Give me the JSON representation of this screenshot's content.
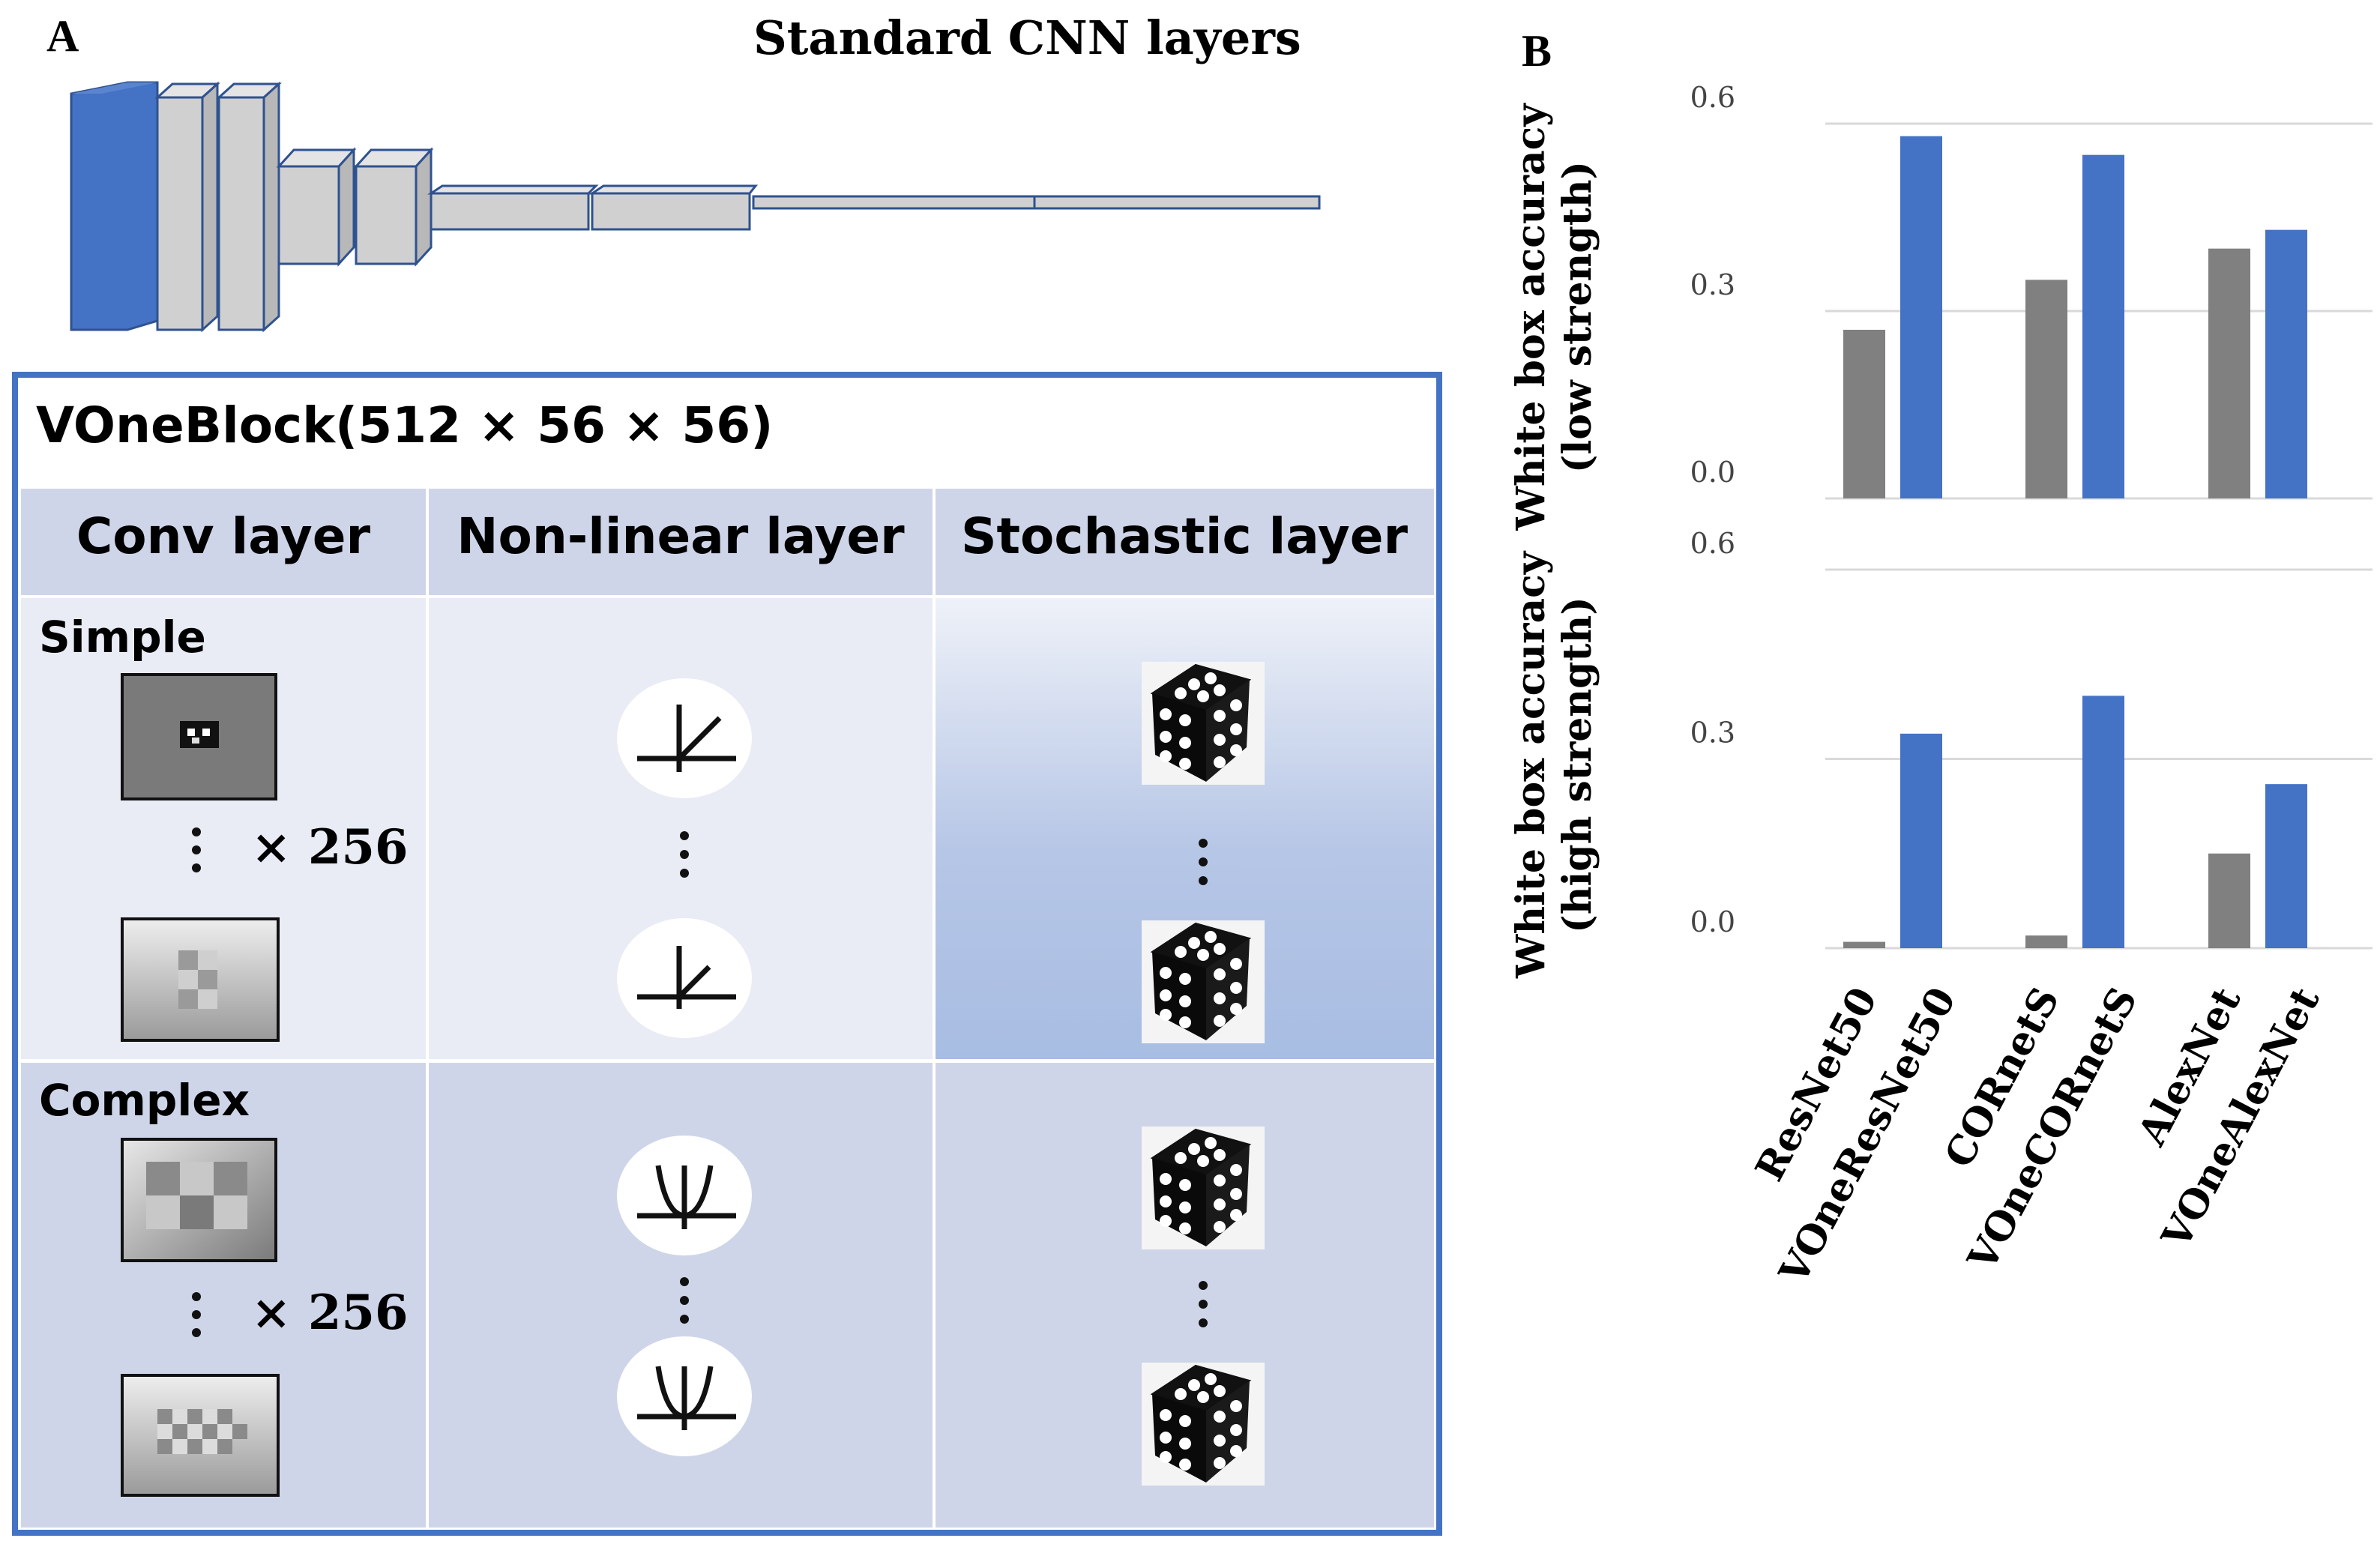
{
  "panel_a": {
    "letter": "A",
    "title": "Standard CNN layers",
    "voneblock": {
      "title": "VOneBlock(512 × 56  × 56)",
      "columns": [
        "Conv layer",
        "Non-linear  layer",
        "Stochastic layer"
      ],
      "rows": [
        {
          "label": "Simple",
          "multiplier": "× 256"
        },
        {
          "label": "Complex",
          "multiplier": "× 256"
        }
      ]
    }
  },
  "panel_b": {
    "letter": "B",
    "colors": {
      "gray": "#808080",
      "blue": "#4472C4",
      "grid": "#d9d9d9"
    }
  },
  "chart_data": [
    {
      "type": "bar",
      "ylabel": "White box accuracy (low strength)",
      "ylabel_lines": [
        "White box accuracy",
        "(low strength)"
      ],
      "categories": [
        "ResNet50",
        "VOneResNet50",
        "CORnetS",
        "VOneCORnetS",
        "AlexNet",
        "VOneAlexNet"
      ],
      "values": [
        0.27,
        0.58,
        0.35,
        0.55,
        0.4,
        0.43
      ],
      "colors": [
        "#808080",
        "#4472C4",
        "#808080",
        "#4472C4",
        "#808080",
        "#4472C4"
      ],
      "ylim": [
        0,
        0.6
      ],
      "yticks": [
        "0.0",
        "0.3",
        "0.6"
      ],
      "grid": true
    },
    {
      "type": "bar",
      "ylabel": "White box accuracy (high strength)",
      "ylabel_lines": [
        "White box accuracy",
        "(high strength)"
      ],
      "categories": [
        "ResNet50",
        "VOneResNet50",
        "CORnetS",
        "VOneCORnetS",
        "AlexNet",
        "VOneAlexNet"
      ],
      "values": [
        0.01,
        0.34,
        0.02,
        0.4,
        0.15,
        0.26
      ],
      "colors": [
        "#808080",
        "#4472C4",
        "#808080",
        "#4472C4",
        "#808080",
        "#4472C4"
      ],
      "ylim": [
        0,
        0.6
      ],
      "yticks": [
        "0.0",
        "0.3",
        "0.6"
      ],
      "grid": true
    }
  ]
}
